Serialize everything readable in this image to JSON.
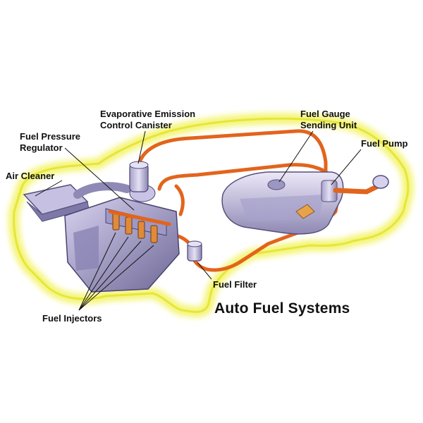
{
  "title": "Auto Fuel Systems",
  "labels": {
    "evaporative_line1": "Evaporative Emission",
    "evaporative_line2": "Control Canister",
    "fuel_pressure_line1": "Fuel Pressure",
    "fuel_pressure_line2": "Regulator",
    "air_cleaner": "Air Cleaner",
    "fuel_gauge_line1": "Fuel Gauge",
    "fuel_gauge_line2": "Sending Unit",
    "fuel_pump": "Fuel Pump",
    "fuel_filter": "Fuel Filter",
    "fuel_injectors": "Fuel Injectors"
  },
  "colors": {
    "body_glow": "#f4f57a",
    "body_outline": "#e0e02a",
    "fuel_line": "#e2641c",
    "engine": "#b7b1d8",
    "tank": "#cfc8e8"
  }
}
